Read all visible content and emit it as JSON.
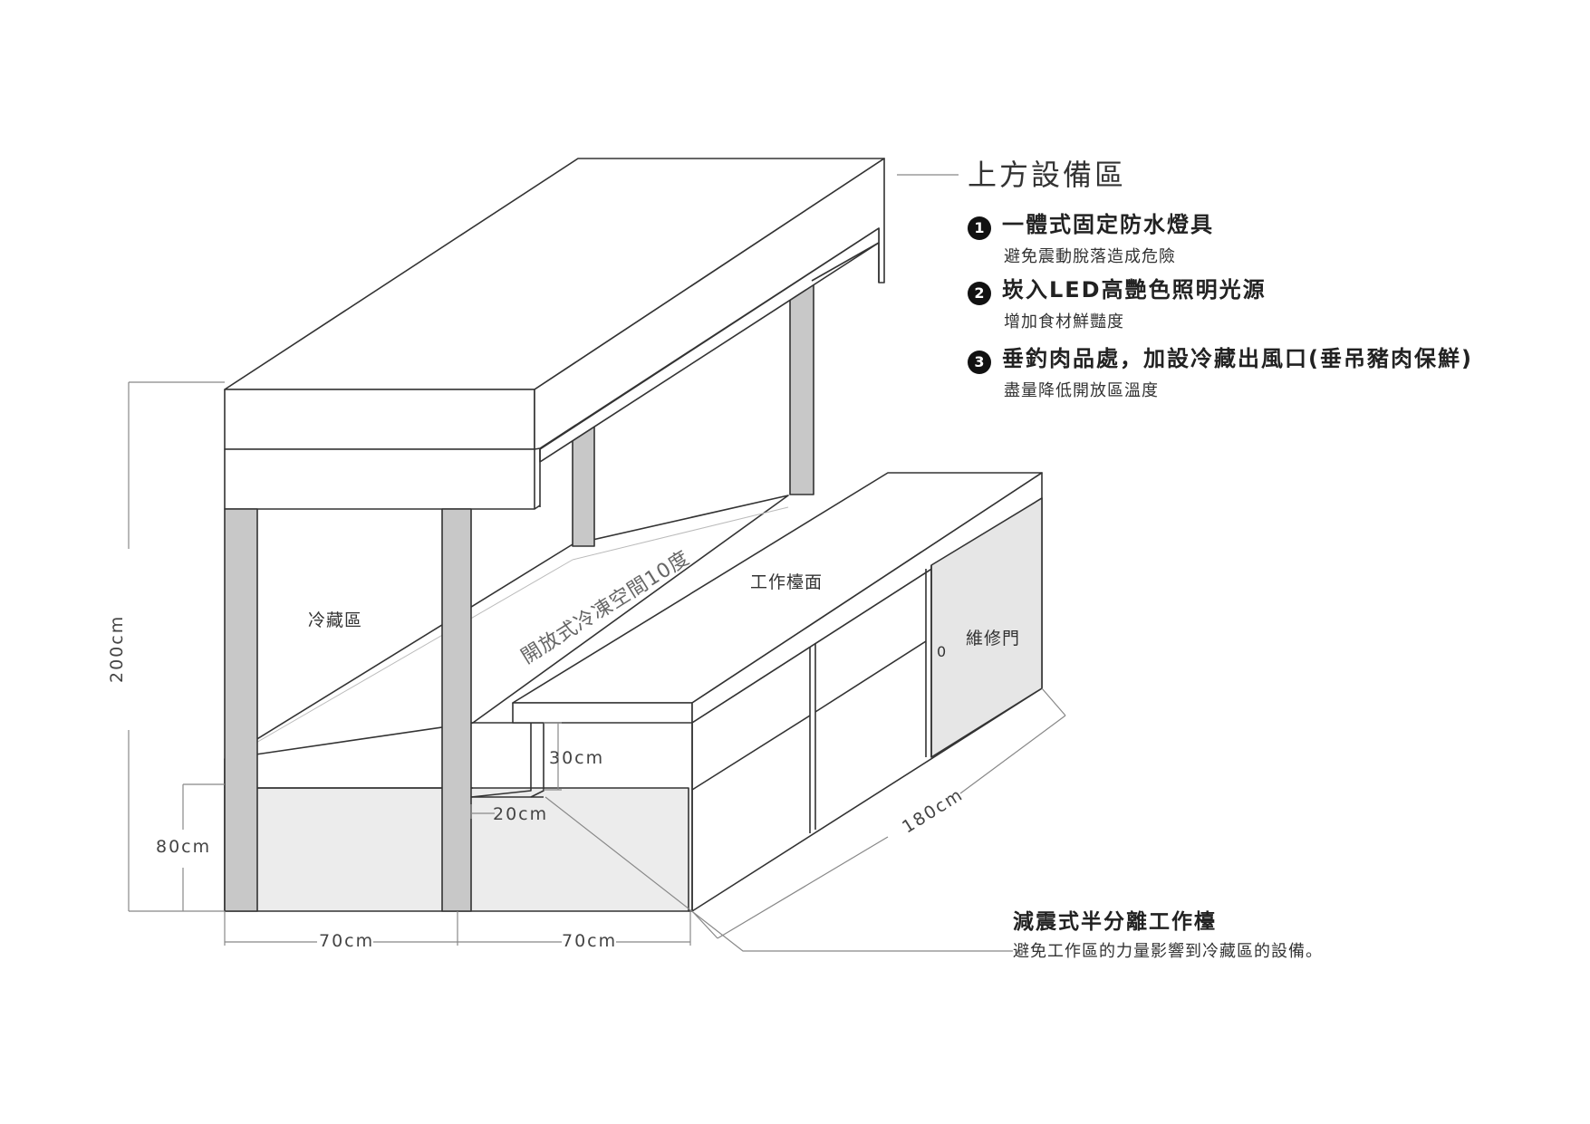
{
  "top_section": {
    "title": "上方設備區",
    "items": [
      {
        "num": "1",
        "title": "一體式固定防水燈具",
        "subtitle": "避免震動脫落造成危險"
      },
      {
        "num": "2",
        "title": "崁入LED高艷色照明光源",
        "subtitle": "增加食材鮮豔度"
      },
      {
        "num": "3",
        "title": "垂釣肉品處，加設冷藏出風口(垂吊豬肉保鮮)",
        "subtitle": "盡量降低開放區溫度"
      }
    ]
  },
  "bottom_note": {
    "title": "減震式半分離工作檯",
    "subtitle": "避免工作區的力量影響到冷藏區的設備。"
  },
  "labels": {
    "cold_storage": "冷藏區",
    "open_freezer": "開放式冷凍空間10度",
    "work_surface": "工作檯面",
    "maintenance_door": "維修門",
    "handle": "0"
  },
  "dimensions": {
    "height_total": "200cm",
    "height_lower": "80cm",
    "width_left": "70cm",
    "width_right": "70cm",
    "length": "180cm",
    "step_height": "30cm",
    "step_depth": "20cm"
  },
  "colors": {
    "stroke": "#333333",
    "post_fill": "#c8c8c8",
    "panel_fill": "#ececec",
    "dim_line": "#888888"
  }
}
